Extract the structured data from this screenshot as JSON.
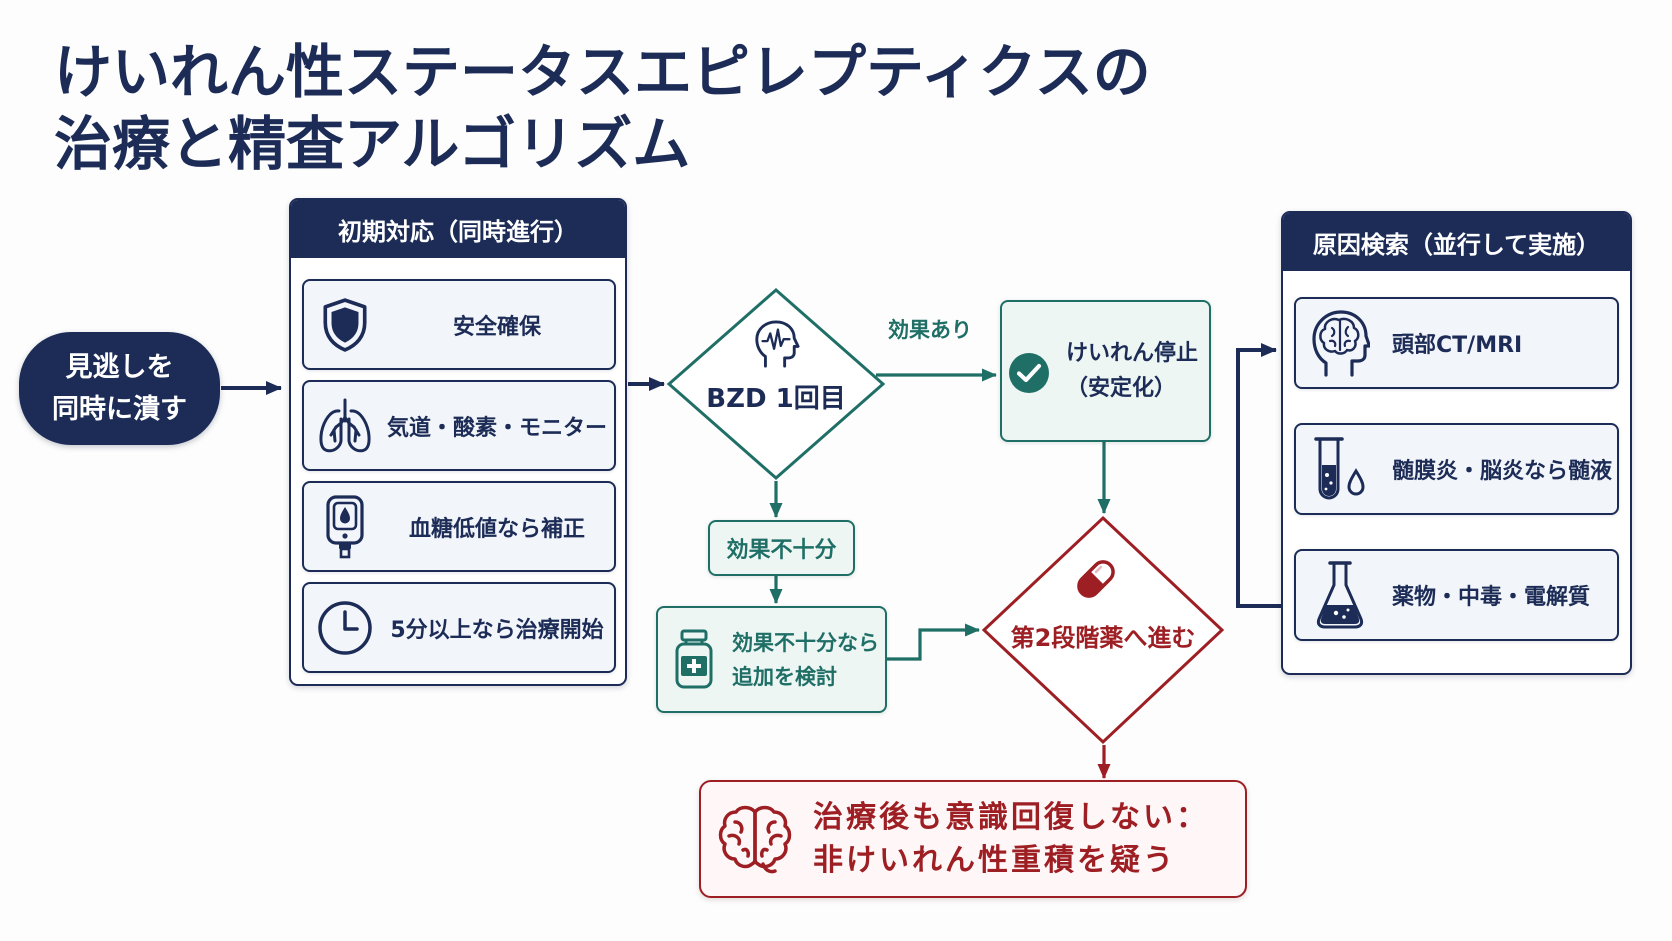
{
  "title": {
    "line1": "けいれん性ステータスエピレプティクスの",
    "line2": "治療と精査アルゴリズム"
  },
  "start": {
    "line1": "見逃しを",
    "line2": "同時に潰す"
  },
  "initial": {
    "header": "初期対応（同時進行）",
    "items": [
      {
        "icon": "shield-icon",
        "label": "安全確保"
      },
      {
        "icon": "lungs-icon",
        "label": "気道・酸素・モニター"
      },
      {
        "icon": "glucose-meter-icon",
        "label": "血糖低値なら補正"
      },
      {
        "icon": "clock-icon",
        "label": "5分以上なら治療開始"
      }
    ]
  },
  "bzd": {
    "icon": "head-eeg-icon",
    "label": "BZD 1回目"
  },
  "effective_label": "効果あり",
  "stopped": {
    "icon": "check-circle-icon",
    "line1": "けいれん停止",
    "line2": "（安定化）"
  },
  "insufficient_label": "効果不十分",
  "additional": {
    "icon": "medicine-bottle-icon",
    "line1": "効果不十分なら",
    "line2": "追加を検討"
  },
  "second_stage": {
    "icon": "capsule-icon",
    "label": "第2段階薬へ進む"
  },
  "nonconvulsive": {
    "icon": "brain-icon",
    "line1": "治療後も意識回復しない：",
    "line2": "非けいれん性重積を疑う"
  },
  "causes": {
    "header": "原因検索（並行して実施）",
    "items": [
      {
        "icon": "head-brain-scan-icon",
        "label": "頭部CT/MRI"
      },
      {
        "icon": "test-tube-drop-icon",
        "label": "髄膜炎・脳炎なら髄液"
      },
      {
        "icon": "flask-icon",
        "label": "薬物・中毒・電解質"
      }
    ]
  },
  "colors": {
    "navy": "#1c2c57",
    "teal": "#1f6f66",
    "red": "#9d1f24",
    "item_fill": "#f2f5fa",
    "teal_fill": "#eef6f4",
    "red_fill": "#fff7f7"
  }
}
